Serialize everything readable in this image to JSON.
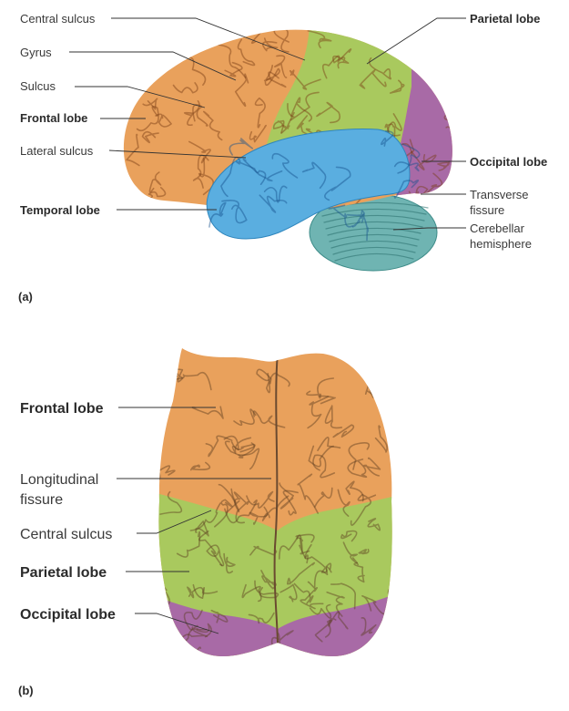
{
  "colors": {
    "frontal": "#e9a15c",
    "parietal": "#a9c95e",
    "temporal": "#5aaee0",
    "occipital": "#a86aa6",
    "cerebellum": "#6fb4b2"
  },
  "panel_a": {
    "tag": "(a)",
    "labels": {
      "central_sulcus": "Central sulcus",
      "gyrus": "Gyrus",
      "sulcus": "Sulcus",
      "frontal_lobe": "Frontal lobe",
      "lateral_sulcus": "Lateral sulcus",
      "temporal_lobe": "Temporal lobe",
      "parietal_lobe": "Parietal lobe",
      "occipital_lobe": "Occipital lobe",
      "transverse_fissure": [
        "Transverse",
        "fissure"
      ],
      "cerebellar_hemisphere": [
        "Cerebellar",
        "hemisphere"
      ]
    }
  },
  "panel_b": {
    "tag": "(b)",
    "labels": {
      "frontal_lobe": "Frontal lobe",
      "longitudinal_fissure": [
        "Longitudinal",
        "fissure"
      ],
      "central_sulcus": "Central sulcus",
      "parietal_lobe": "Parietal lobe",
      "occipital_lobe": "Occipital lobe"
    }
  }
}
